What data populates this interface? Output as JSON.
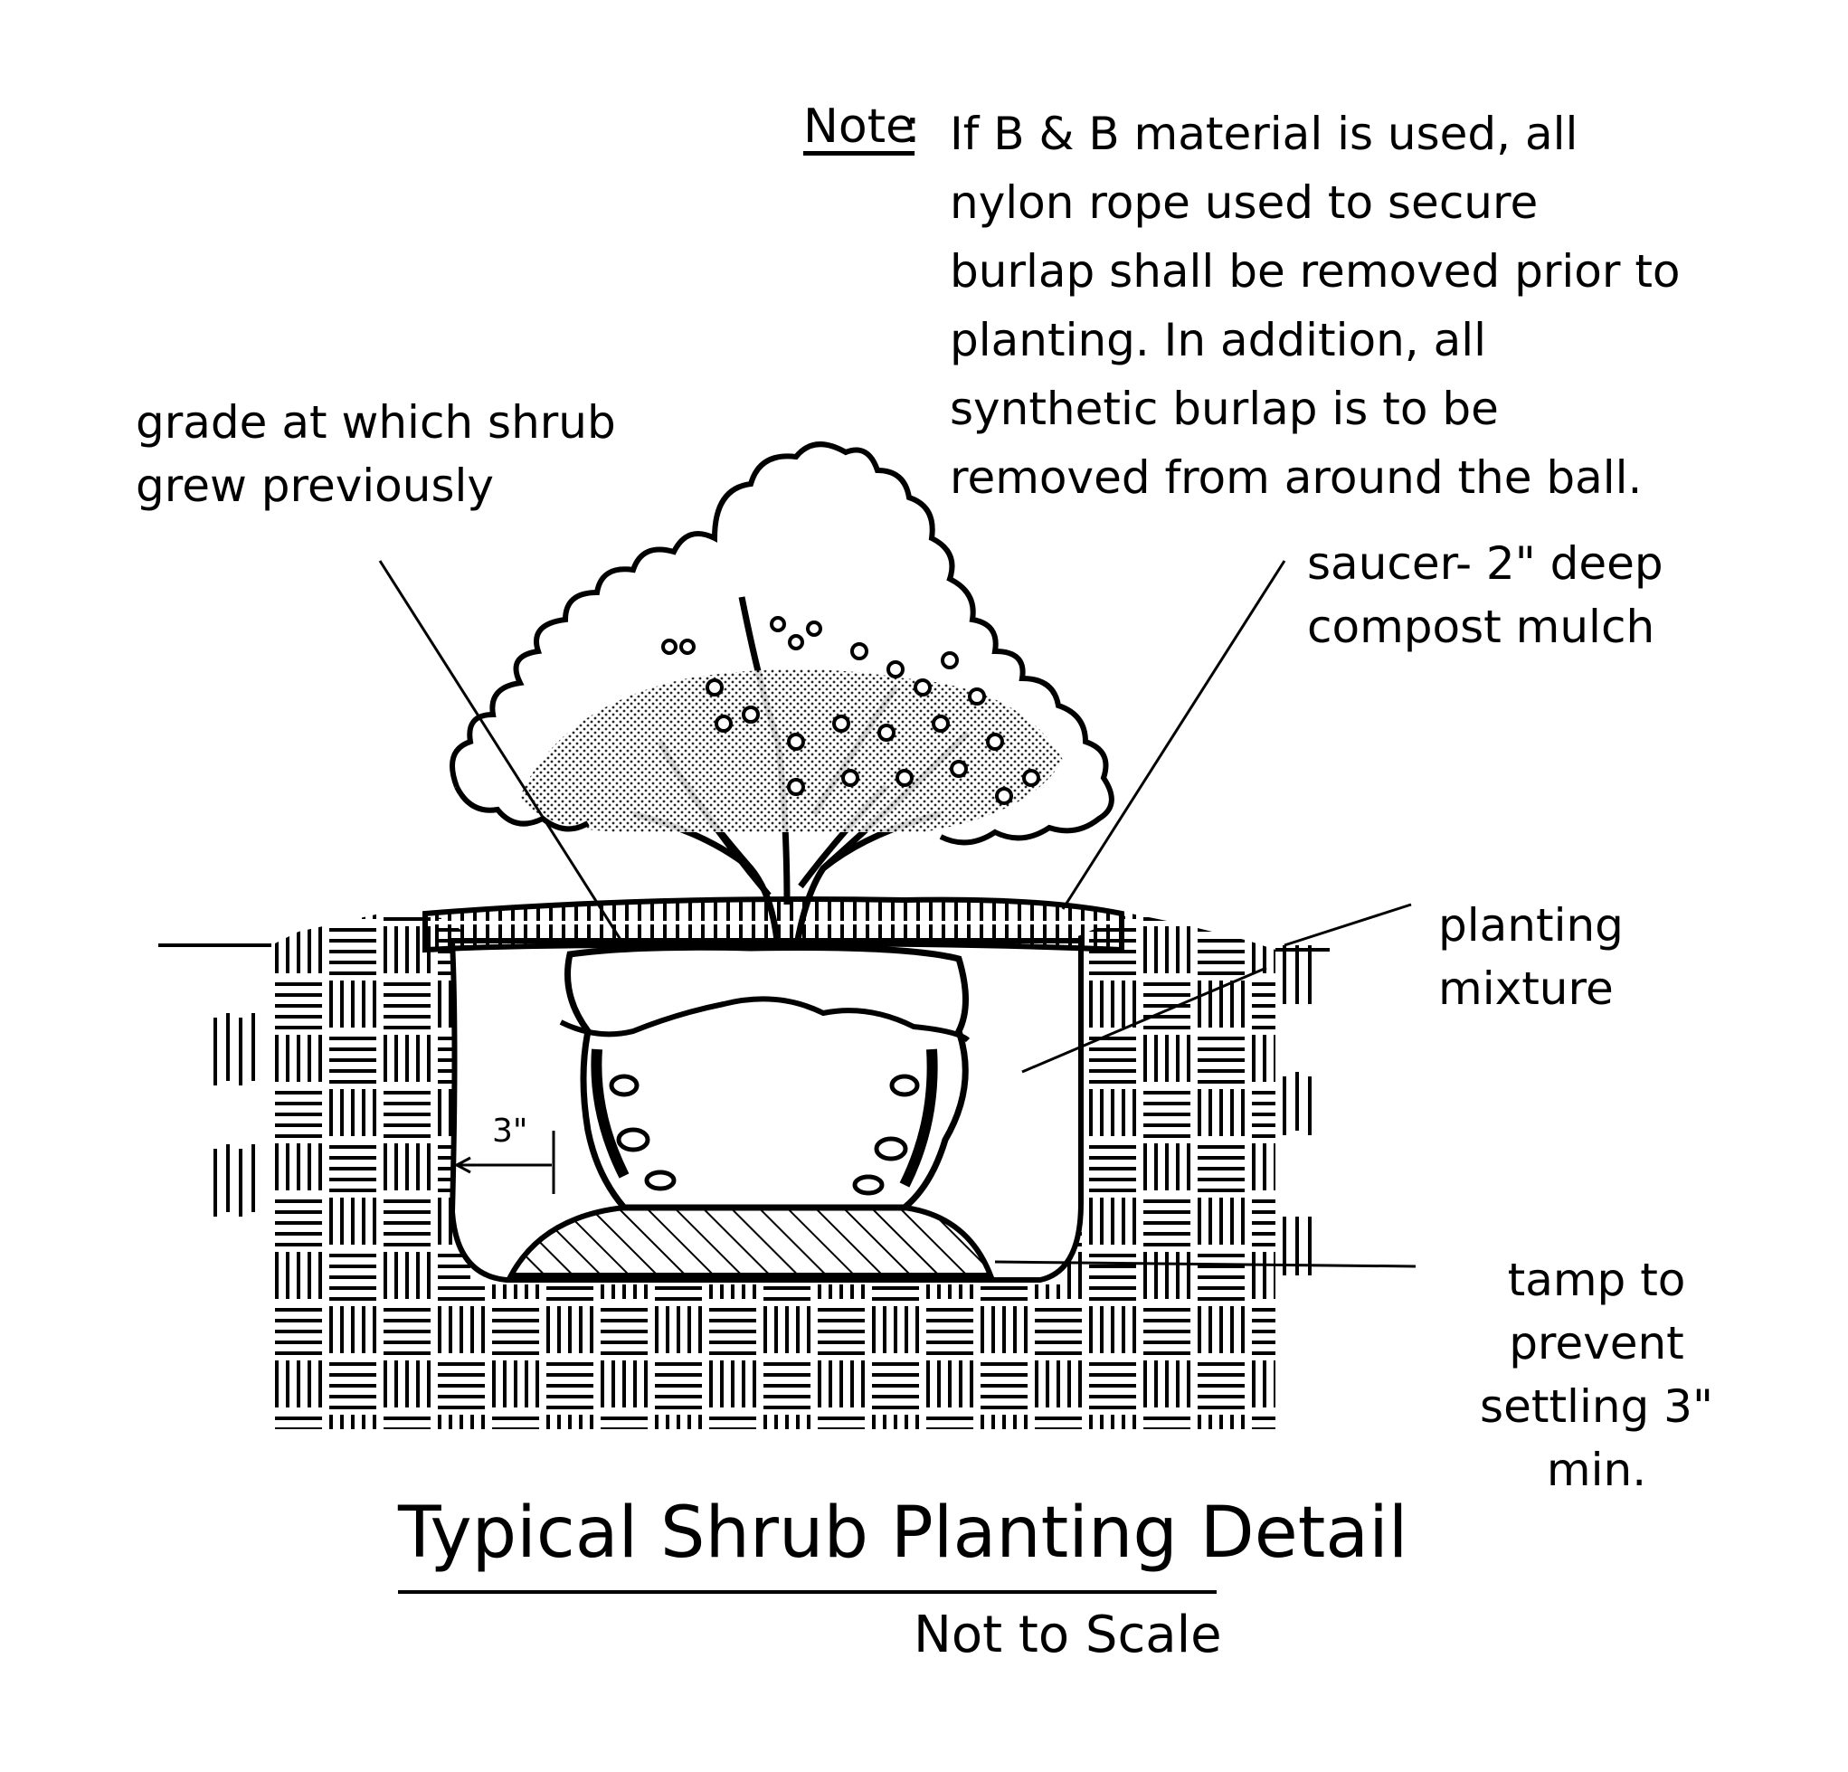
{
  "note": {
    "label": "Note",
    "colon": ":",
    "text": "If B & B material is used, all nylon rope used to secure burlap shall be removed prior to planting. In addition, all synthetic burlap is to be removed from around the ball."
  },
  "labels": {
    "grade": "grade at which shrub grew previously",
    "saucer": "saucer- 2\" deep compost mulch",
    "planting_mixture": "planting mixture",
    "tamp": "tamp to prevent settling 3\" min.",
    "clearance": "3\""
  },
  "title": "Typical Shrub Planting Detail",
  "subtitle": "Not to Scale",
  "colors": {
    "ink": "#000000",
    "paper": "#ffffff",
    "shading": "#9a9a9a"
  }
}
